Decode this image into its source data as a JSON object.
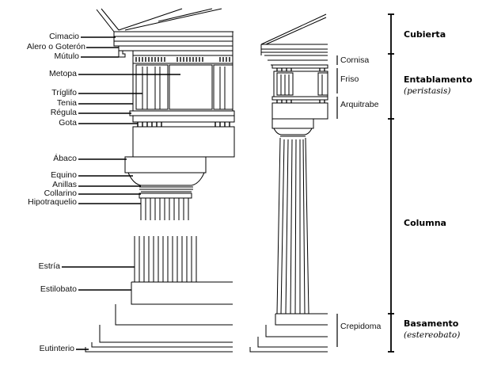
{
  "left_labels": {
    "cimacio": "Cimacio",
    "alero": "Alero o Goterón",
    "mutulo": "Mútulo",
    "metopa": "Metopa",
    "triglifo": "Tríglifo",
    "tenia": "Tenia",
    "regula": "Régula",
    "gota": "Gota",
    "abaco": "Ábaco",
    "equino": "Equino",
    "anillas": "Anillas",
    "collarino": "Collarino",
    "hipotraquelio": "Hipotraquelio",
    "estria": "Estría",
    "estilobato": "Estilobato",
    "eutinterio": "Eutinterio"
  },
  "mid_labels": {
    "cornisa": "Cornisa",
    "friso": "Friso",
    "arquitrabe": "Arquitrabe",
    "crepidoma": "Crepidoma"
  },
  "groups": {
    "cubierta": "Cubierta",
    "entablamento": "Entablamento",
    "entablamento_sub": "(peristasis)",
    "columna": "Columna",
    "basamento": "Basamento",
    "basamento_sub": "(estereobato)"
  }
}
